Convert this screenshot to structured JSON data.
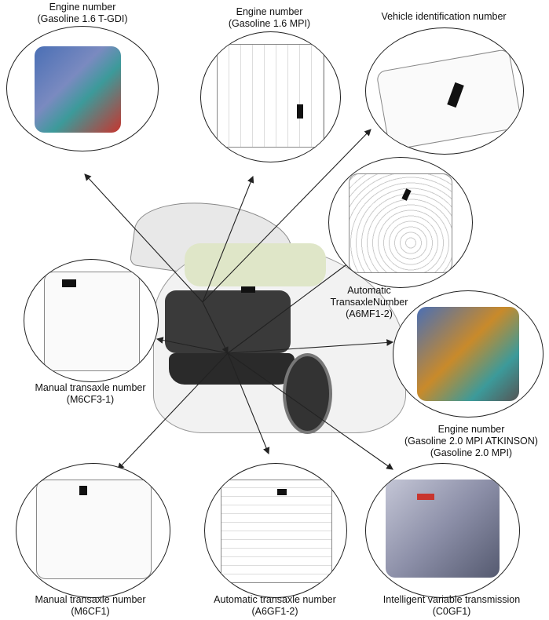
{
  "labels": {
    "gdi": {
      "line1": "Engine number",
      "line2": "(Gasoline 1.6 T-GDI)"
    },
    "mpi": {
      "line1": "Engine number",
      "line2": "(Gasoline 1.6 MPI)"
    },
    "vin": {
      "line1": "Vehicle identification number"
    },
    "a6mf": {
      "line1": "Automatic",
      "line2": "TransaxleNumber",
      "line3": "(A6MF1-2)"
    },
    "m6cf3": {
      "line1": "Manual transaxle number",
      "line2": "(M6CF3-1)"
    },
    "atk": {
      "line1": "Engine number",
      "line2": "(Gasoline 2.0 MPI ATKINSON)",
      "line3": "(Gasoline 2.0 MPI)"
    },
    "m6cf1": {
      "line1": "Manual transaxle number",
      "line2": "(M6CF1)"
    },
    "a6gf": {
      "line1": "Automatic transaxle number",
      "line2": "(A6GF1-2)"
    },
    "ivt": {
      "line1": "Intelligent variable transmission",
      "line2": "(C0GF1)"
    }
  },
  "colors": {
    "line": "#222222",
    "car_body": "#f2f2f2",
    "engine_blue": "#4a6fb5",
    "engine_red": "#c8352e",
    "engine_orange": "#c98a2a",
    "engine_teal": "#3c9a9a",
    "ivt_gray": "#8c8fa8"
  }
}
